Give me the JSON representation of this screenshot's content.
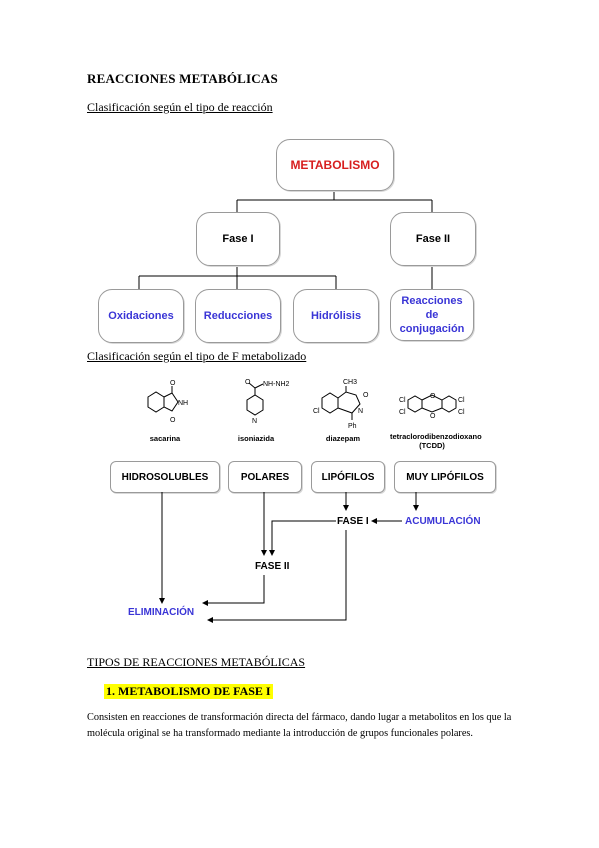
{
  "title": "REACCIONES METABÓLICAS",
  "subtitle1": "Clasificación según el tipo de reacción",
  "diagram1": {
    "root": "METABOLISMO",
    "fase1": "Fase I",
    "fase2": "Fase II",
    "leaves": [
      "Oxidaciones",
      "Reducciones",
      "Hidrólisis",
      "Reacciones de conjugación"
    ]
  },
  "subtitle2": "Clasificación según el tipo de F metabolizado",
  "diagram2": {
    "molecules": [
      "sacarina",
      "isoniazida",
      "diazepam",
      "tetraclorodibenzodioxano (TCDD)"
    ],
    "categories": [
      "HIDROSOLUBLES",
      "POLARES",
      "LIPÓFILOS",
      "MUY LIPÓFILOS"
    ],
    "fase1": "FASE I",
    "fase2": "FASE II",
    "acumulacion": "ACUMULACIÓN",
    "eliminacion": "ELIMINACIÓN",
    "mol_labels": {
      "sac_o": "O",
      "sac_nh": "NH",
      "sac_so2": "O",
      "iso_top": "O",
      "iso_nhnh2": "NH-NH2",
      "iso_n": "N",
      "dia_ch3": "CH3",
      "dia_o": "O",
      "dia_cl": "Cl",
      "dia_n": "N",
      "dia_ph": "Ph",
      "tcdd_cl": "Cl",
      "tcdd_o": "O"
    }
  },
  "section_heading": "TIPOS DE REACCIONES METABÓLICAS",
  "list_item": "1.   METABOLISMO DE FASE I",
  "paragraph": "Consisten en reacciones de transformación directa del fármaco, dando lugar a metabolitos en los que la molécula original se ha transformado mediante la introducción de grupos funcionales polares."
}
